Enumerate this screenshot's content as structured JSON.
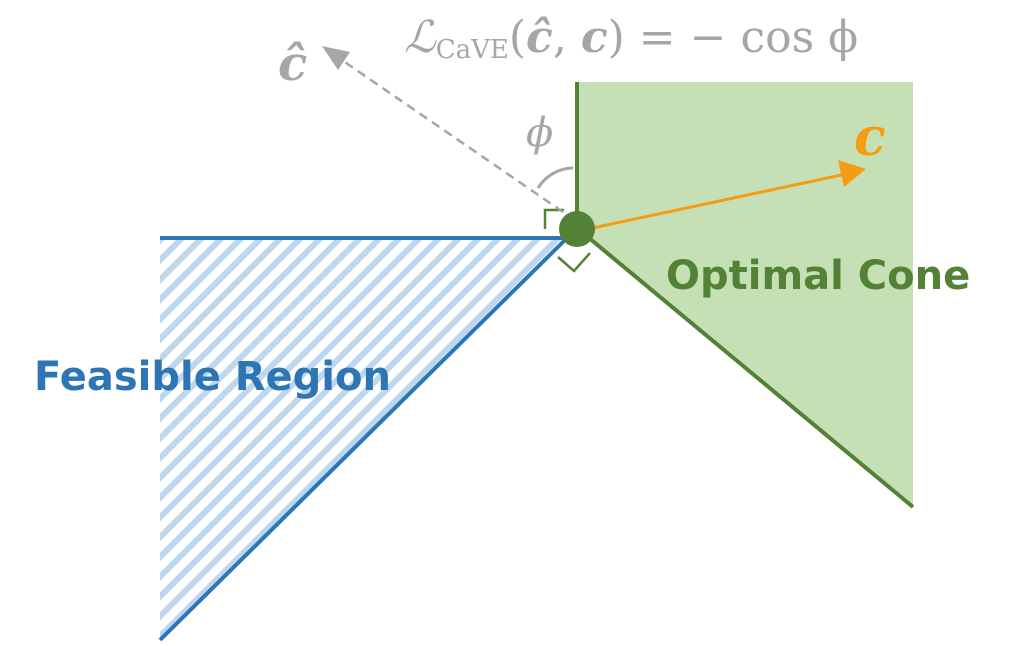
{
  "labels": {
    "loss_script": "ℒ",
    "loss_subscript": "CaVE",
    "loss_args_open": "(",
    "loss_chat": "ĉ",
    "loss_comma": ", ",
    "loss_c": "c",
    "loss_args_close": ")",
    "loss_rhs": " = − cos ϕ",
    "c_hat": "ĉ",
    "phi": "ϕ",
    "c": "c",
    "optimal_cone": "Optimal Cone",
    "feasible_region": "Feasible Region"
  },
  "colors": {
    "blue": "#2e75b6",
    "blue_hatch": "#bdd7ee",
    "green_fill": "#c5e0b4",
    "green": "#538135",
    "orange": "#f59d12",
    "gray": "#a6a6a6"
  }
}
